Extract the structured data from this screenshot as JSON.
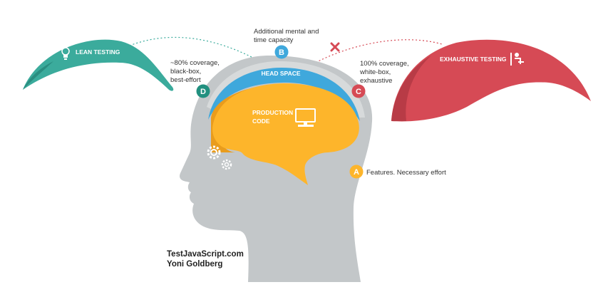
{
  "colors": {
    "head": "#c3c7c9",
    "head_band": "#d7dadb",
    "head_space": "#3fa8dc",
    "production_code": "#fdb52b",
    "production_code_shadow": "#e99c1c",
    "lean_testing": "#3bab9c",
    "exhaustive_testing": "#d64a55",
    "badge_a": "#fdb52b",
    "badge_b": "#3fa8dc",
    "badge_c": "#d64a55",
    "badge_d": "#21907f"
  },
  "lean_testing": {
    "label": "LEAN TESTING",
    "icon": "lightbulb-icon"
  },
  "exhaustive_testing": {
    "label": "EXHAUSTIVE TESTING",
    "icon": "person-at-desk-icon"
  },
  "head_space": {
    "label": "HEAD SPACE"
  },
  "production_code": {
    "label_line1": "PRODUCTION",
    "label_line2": "CODE",
    "icon": "computer-monitor-icon"
  },
  "badges": {
    "a": "A",
    "b": "B",
    "c": "C",
    "d": "D"
  },
  "annotations": {
    "a": "Features. Necessary effort",
    "b_line1": "Additional mental and",
    "b_line2": "time capacity",
    "c_line1": "100% coverage,",
    "c_line2": "white-box,",
    "c_line3": "exhaustive",
    "d_line1": "~80% coverage,",
    "d_line2": "black-box,",
    "d_line3": "best-effort"
  },
  "cross_mark": "close-icon",
  "credits": {
    "site": "TestJavaScript.com",
    "author": "Yoni Goldberg"
  }
}
